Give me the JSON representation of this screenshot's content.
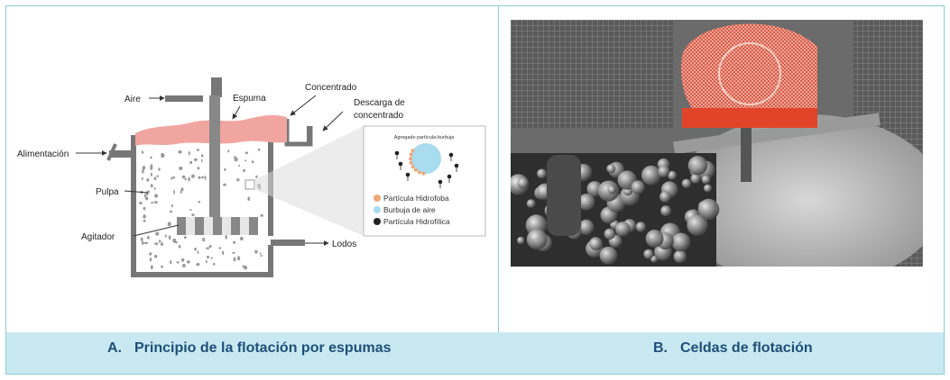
{
  "panel_a": {
    "labels": {
      "air": "Aire",
      "froth": "Espuma",
      "concentrate": "Concentrado",
      "concentrate_discharge_line1": "Descarga de",
      "concentrate_discharge_line2": "concentrado",
      "feed": "Alimentación",
      "pulp": "Pulpa",
      "agitator": "Agitador",
      "tailings": "Lodos"
    },
    "inset": {
      "title": "Agregado partícula-burbuja",
      "legend": [
        {
          "label": "Partícula Hidrofoba",
          "color": "#f0a77a"
        },
        {
          "label": "Burbuja de aire",
          "color": "#a9dcef"
        },
        {
          "label": "Partícula Hidrofílica",
          "color": "#222222"
        }
      ]
    },
    "caption_letter": "A.",
    "caption_text": "Principio de la flotación por espumas"
  },
  "panel_b": {
    "caption_letter": "B.",
    "caption_text": "Celdas de flotación"
  },
  "colors": {
    "border": "#8ccbd8",
    "caption_band": "#c8e9f1",
    "caption_text": "#1f4e79",
    "froth": "#f1a5a0",
    "tank": "#777777",
    "flotation_rotor": "#e2442a"
  }
}
